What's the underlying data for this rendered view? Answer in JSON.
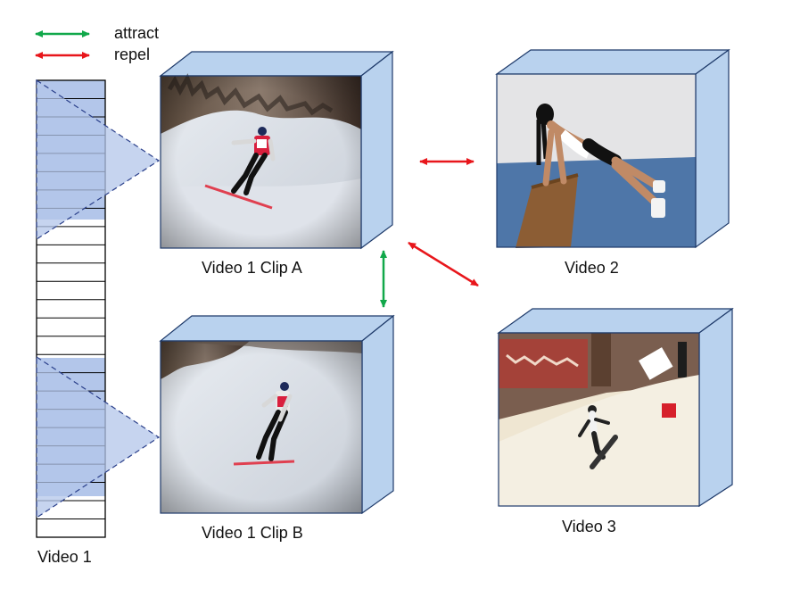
{
  "legend": {
    "attract_label": "attract",
    "repel_label": "repel",
    "attract_color": "#11a84a",
    "repel_color": "#e8161b"
  },
  "video1": {
    "label": "Video 1",
    "frame_count": 25,
    "highlight_color": "#b3c6ea"
  },
  "clips": {
    "clip_a_label": "Video 1 Clip A",
    "clip_b_label": "Video 1 Clip B",
    "video2_label": "Video 2",
    "video3_label": "Video 3"
  },
  "cube_side_color": "#b9d2ee",
  "icons": [
    "snowboard-photo",
    "pushup-photo",
    "snowboard-jump-photo"
  ]
}
